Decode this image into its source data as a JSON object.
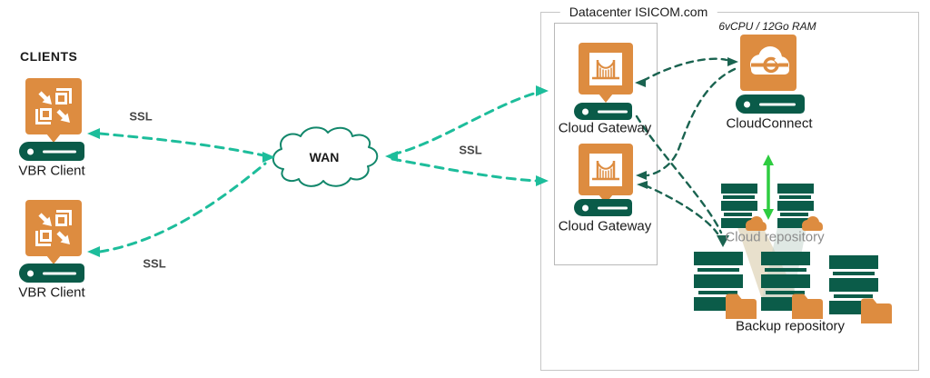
{
  "clients": {
    "heading": "CLIENTS",
    "items": [
      {
        "label": "VBR Client"
      },
      {
        "label": "VBR Client"
      }
    ]
  },
  "wan": {
    "label": "WAN"
  },
  "ssl": {
    "top": "SSL",
    "middle": "SSL",
    "bottom": "SSL"
  },
  "datacenter": {
    "title": "Datacenter ISICOM.com",
    "gateways": [
      {
        "label": "Cloud Gateway"
      },
      {
        "label": "Cloud Gateway"
      }
    ],
    "cloudconnect": {
      "label": "CloudConnect",
      "specs": "6vCPU / 12Go RAM"
    },
    "cloud_repository": {
      "label": "Cloud repository"
    },
    "backup_repository": {
      "label": "Backup repository"
    }
  },
  "edges": [
    {
      "from": "vbr-client-1",
      "to": "wan",
      "label": "SSL",
      "style": "teal-dashed",
      "bidirectional": true
    },
    {
      "from": "vbr-client-2",
      "to": "wan",
      "label": "SSL",
      "style": "teal-dashed",
      "bidirectional": true
    },
    {
      "from": "wan",
      "to": "cloud-gateway-1",
      "label": "SSL",
      "style": "teal-dashed",
      "bidirectional": true
    },
    {
      "from": "wan",
      "to": "cloud-gateway-2",
      "label": "SSL",
      "style": "teal-dashed",
      "bidirectional": true
    },
    {
      "from": "cloud-gateway-1",
      "to": "cloudconnect",
      "style": "darkgreen-dashed",
      "bidirectional": true
    },
    {
      "from": "cloudconnect",
      "to": "cloud-gateway-2",
      "style": "darkgreen-dashed"
    },
    {
      "from": "cloud-gateway-1",
      "to": "backup-repository",
      "style": "darkgreen-dashed"
    },
    {
      "from": "cloud-gateway-2",
      "to": "backup-repository",
      "style": "darkgreen-dashed"
    },
    {
      "from": "cloudconnect",
      "to": "cloud-repository",
      "style": "green-solid",
      "bidirectional": true
    }
  ],
  "colors": {
    "orange": "#DD8C40",
    "teal_dark": "#0A5B49",
    "teal_arrow": "#1DBD9B",
    "dark_green_arrow": "#1A6350",
    "bright_green_arrow": "#2ECC40",
    "gray_label": "#8C8C8C",
    "box_border": "#C6C6C6"
  }
}
